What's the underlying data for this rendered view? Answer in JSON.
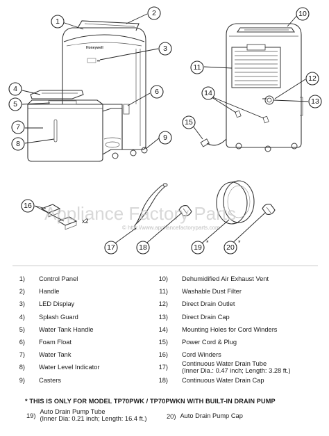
{
  "watermark": {
    "text": "Appliance Factory Parts",
    "subtext": "© http://www.appliancefactoryparts.com"
  },
  "brand_on_unit": "Honeywell",
  "callouts": [
    "1",
    "2",
    "3",
    "4",
    "5",
    "6",
    "7",
    "8",
    "9",
    "10",
    "11",
    "12",
    "13",
    "14",
    "15",
    "16",
    "17",
    "18",
    "19",
    "20"
  ],
  "callout_19_mark": "19*",
  "callout_20_mark": "20*",
  "quantity_mark": "x2",
  "legend_left": [
    {
      "num": "1)",
      "label": "Control Panel"
    },
    {
      "num": "2)",
      "label": "Handle"
    },
    {
      "num": "3)",
      "label": "LED Display"
    },
    {
      "num": "4)",
      "label": "Splash Guard"
    },
    {
      "num": "5)",
      "label": "Water Tank Handle"
    },
    {
      "num": "6)",
      "label": "Foam Float"
    },
    {
      "num": "7)",
      "label": "Water Tank"
    },
    {
      "num": "8)",
      "label": "Water Level Indicator"
    },
    {
      "num": "9)",
      "label": "Casters"
    }
  ],
  "legend_right": [
    {
      "num": "10)",
      "label": "Dehumidified Air Exhaust Vent"
    },
    {
      "num": "11)",
      "label": "Washable Dust Filter"
    },
    {
      "num": "12)",
      "label": "Direct Drain Outlet"
    },
    {
      "num": "13)",
      "label": "Direct Drain Cap"
    },
    {
      "num": "14)",
      "label": "Mounting Holes for Cord Winders"
    },
    {
      "num": "15)",
      "label": "Power Cord & Plug"
    },
    {
      "num": "16)",
      "label": "Cord Winders"
    },
    {
      "num": "17)",
      "label": "Continuous Water Drain Tube",
      "label2": "(Inner Dia.: 0.47 inch; Length: 3.28 ft.)"
    },
    {
      "num": "18)",
      "label": "Continuous Water Drain Cap"
    }
  ],
  "pump_note": "* THIS IS ONLY FOR MODEL TP70PWK / TP70PWKN WITH BUILT-IN DRAIN PUMP",
  "pump_items": [
    {
      "num": "19)",
      "label": "Auto Drain Pump Tube",
      "label2": "(Inner Dia: 0.21 inch; Length: 16.4 ft.)"
    },
    {
      "num": "20)",
      "label": "Auto Drain Pump Cap"
    }
  ]
}
